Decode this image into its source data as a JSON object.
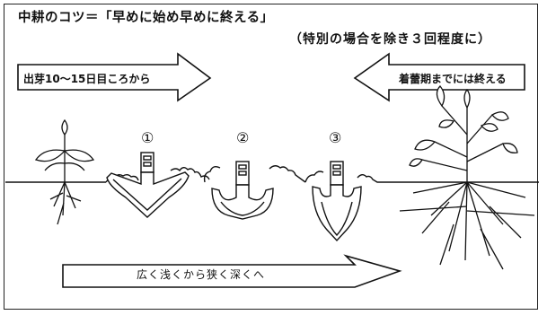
{
  "title": "中耕のコツ＝「早めに始め早めに終える」",
  "subtitle": "（特別の場合を除き３回程度に）",
  "arrow_left_label": "出芽10～15日目ころから",
  "arrow_right_label": "着蕾期までには終える",
  "step_numbers": [
    "①",
    "②",
    "③"
  ],
  "bottom_label": "広く浅くから狭く深くへ",
  "colors": {
    "ink": "#111111",
    "paper": "#ffffff"
  }
}
